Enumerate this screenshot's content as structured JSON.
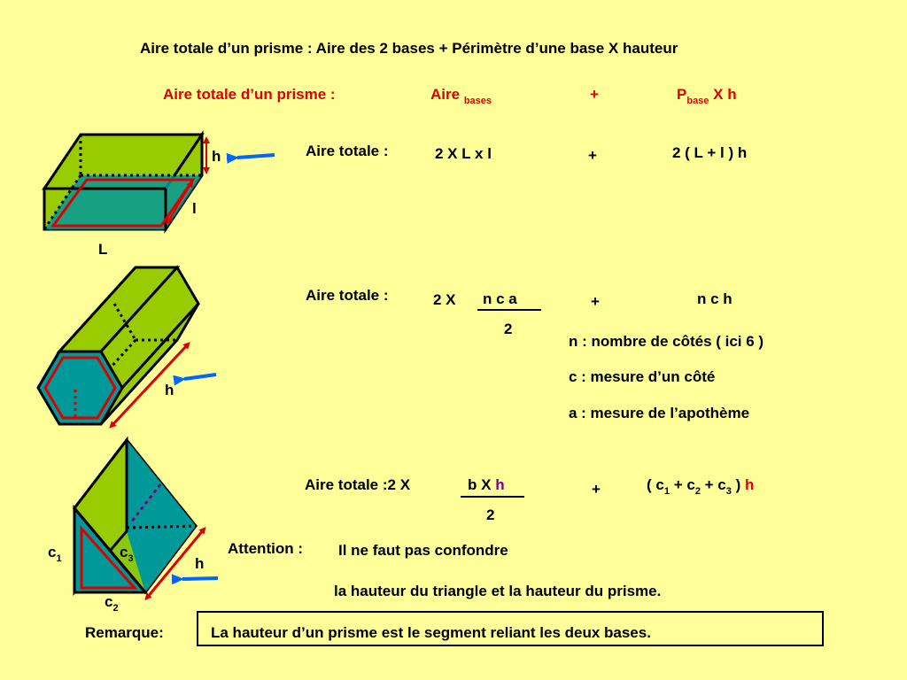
{
  "header": {
    "formula_text": "Aire totale d’un prisme : Aire des 2 bases + Périmètre d’une base X hauteur"
  },
  "formula_row": {
    "label": "Aire totale d’un prisme :",
    "aire": "Aire",
    "aire_sub": "bases",
    "plus": "+",
    "p": "P",
    "p_sub": "base",
    "xh": "X h"
  },
  "box_prism": {
    "h": "h",
    "l": "l",
    "L": "L",
    "label": "Aire totale :",
    "bases": "2 X L x l",
    "plus": "+",
    "lateral": "2 ( L + l ) h"
  },
  "hex_prism": {
    "h": "h",
    "label": "Aire totale :",
    "two_x": "2  X",
    "numerator": "n c a",
    "denominator": "2",
    "plus": "+",
    "lateral": "n c h",
    "notes": [
      "n : nombre de côtés ( ici 6 )",
      "c : mesure d’un côté",
      "a : mesure de l’apothème"
    ]
  },
  "tri_prism": {
    "c1": "c",
    "c1_sub": "1",
    "c2": "c",
    "c2_sub": "2",
    "c3": "c",
    "c3_sub": "3",
    "h": "h",
    "label": "Aire totale :2  X",
    "num_b": "b X",
    "num_h": "h",
    "denominator": "2",
    "plus": "+",
    "lat_open": "(  c",
    "lat_p1": " + c",
    "lat_p2": " + c",
    "lat_close": " )",
    "lat_h": "h",
    "sub1": "1",
    "sub2": "2",
    "sub3": "3"
  },
  "attention": {
    "label": "Attention :",
    "line1": "Il ne faut pas confondre",
    "line2": "la hauteur du triangle et la hauteur du prisme."
  },
  "remarque": {
    "label": "Remarque:",
    "text": "La hauteur d’un prisme est le segment reliant les deux bases."
  },
  "colors": {
    "background": "#FFFF99",
    "face_green": "#99CC00",
    "face_teal": "#009999",
    "red": "#DD0000",
    "blue": "#0066FF",
    "purple": "#800080"
  }
}
